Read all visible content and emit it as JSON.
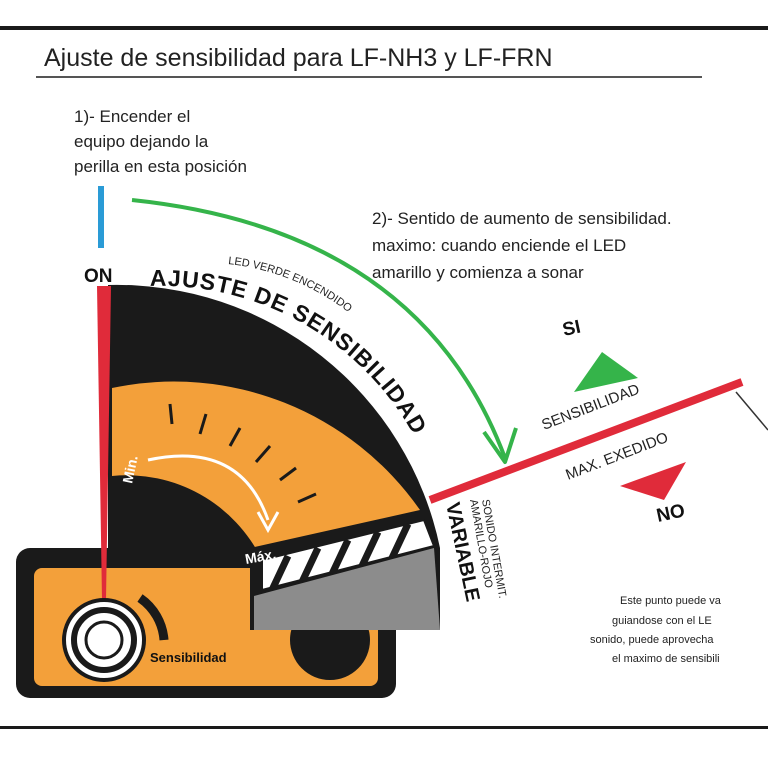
{
  "title": "Ajuste de sensibilidad para LF-NH3 y LF-FRN",
  "step1": {
    "lines": [
      "1)- Encender el",
      "equipo dejando la",
      "perilla en esta posición"
    ]
  },
  "step2": {
    "lines": [
      "2)- Sentido de aumento de sensibilidad.",
      "maximo: cuando enciende el LED",
      "amarillo y comienza a sonar"
    ]
  },
  "dial": {
    "on_label": "ON",
    "arc_label": "AJUSTE DE SENSIBILIDAD",
    "variable_label": "VARIABLE",
    "led_label": "LED VERDE ENCENDIDO",
    "min_label": "Min.",
    "max_label": "Máx.",
    "sound_label_1": "SONIDO INTERMIT.",
    "sound_label_2": "AMARILLO-ROJO"
  },
  "device": {
    "knob_label": "Sensibilidad"
  },
  "indicator": {
    "si_label": "SI",
    "sensibilidad_label": "SENSIBILIDAD",
    "exedido_label": "MAX. EXEDIDO",
    "no_label": "NO"
  },
  "note": {
    "lines": [
      "Este punto puede va",
      "guiandose con el LE",
      "sonido, puede aprovecha",
      "el maximo de sensibili"
    ]
  },
  "colors": {
    "orange": "#f3a03a",
    "black": "#1a1a1a",
    "red": "#e02b3a",
    "green": "#35b44a",
    "blue": "#2a9bd6",
    "gray": "#8c8c8c"
  }
}
